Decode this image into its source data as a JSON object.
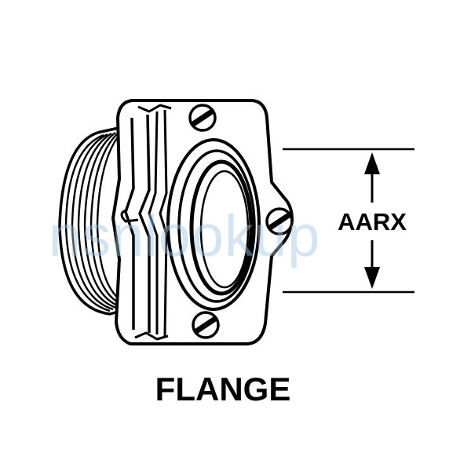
{
  "diagram": {
    "part_label": "FLANGE",
    "dimension_label": "AARX",
    "watermark": "nsnlookup"
  }
}
